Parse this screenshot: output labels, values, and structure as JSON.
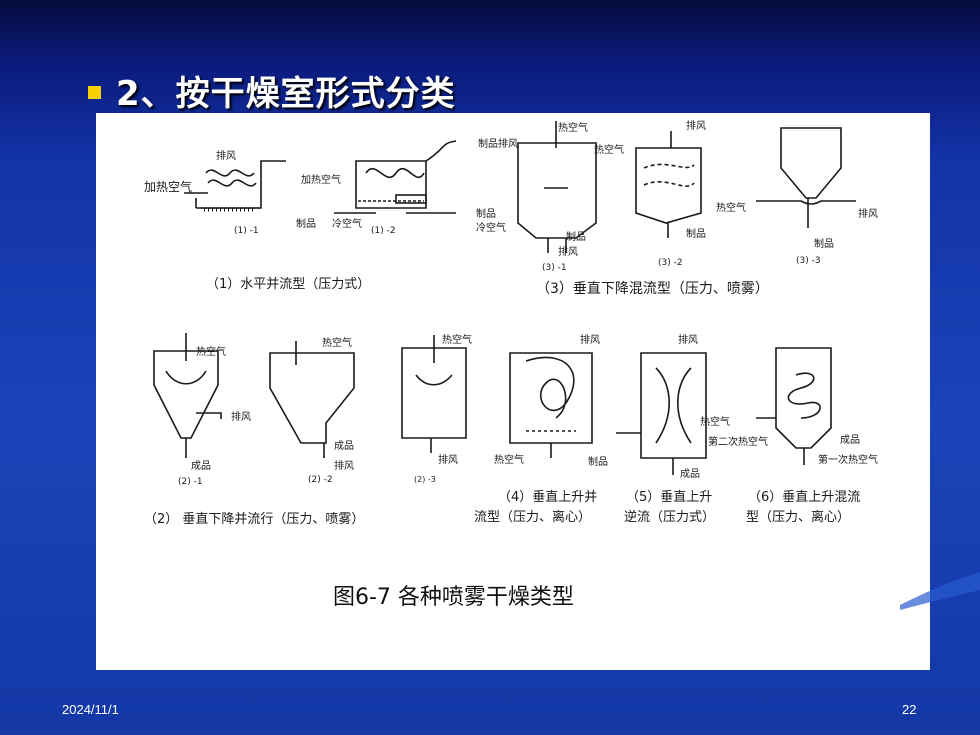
{
  "slide": {
    "title": "2、按干燥室形式分类",
    "date": "2024/11/1",
    "page_number": "22"
  },
  "figure": {
    "main_caption": "图6-7 各种喷雾干燥类型",
    "group_captions": {
      "g1": "（1）水平并流型（压力式）",
      "g2": "（2） 垂直下降并流行（压力、喷雾）",
      "g3": "（3）垂直下降混流型（压力、喷雾）",
      "g4_line1": "（4）垂直上升并",
      "g4_line2": "流型（压力、离心）",
      "g5_line1": "（5）垂直上升",
      "g5_line2": "逆流（压力式）",
      "g6_line1": "（6）垂直上升混流",
      "g6_line2": "型（压力、离心）"
    },
    "sub_labels": {
      "s1_1": "(1) -1",
      "s1_2": "(1) -2",
      "s2_1": "(2) -1",
      "s2_2": "(2) -2",
      "s2_3": "(2) -3",
      "s3_1": "(3) -1",
      "s3_2": "(3) -2",
      "s3_3": "(3) -3"
    },
    "labels": {
      "hot_air": "热空气",
      "heated_air": "加热空气",
      "exhaust": "排风",
      "product": "制品",
      "cold_air": "冷空气",
      "product_exhaust": "制品排风",
      "finished": "成品",
      "second_hot_air": "第二次热空气",
      "first_hot_air": "第一次热空气"
    }
  }
}
